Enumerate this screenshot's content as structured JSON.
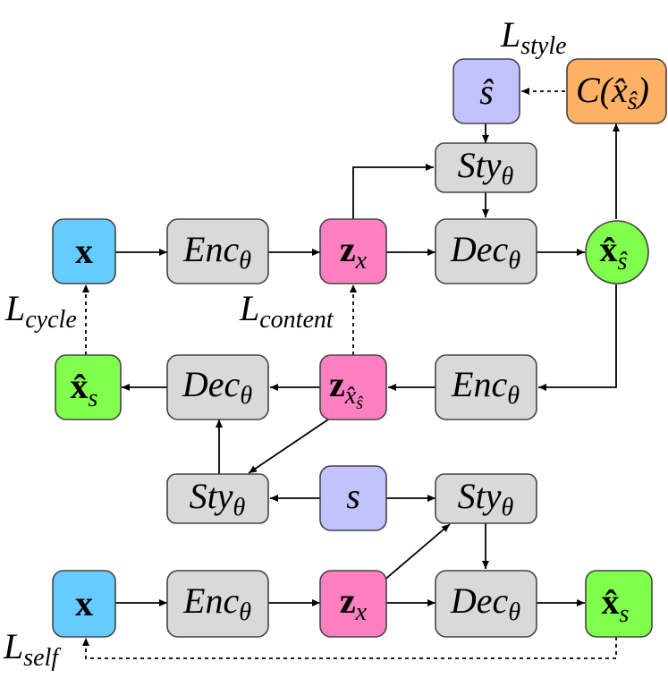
{
  "colors": {
    "blue": "#66ccff",
    "gray": "#d9d9d9",
    "pink": "#ff80c0",
    "lavender": "#c2c2ff",
    "orange": "#ffb266",
    "green": "#80ff4d"
  },
  "nodes": {
    "x": "x",
    "s": "s",
    "z": "z",
    "z_sub": "x",
    "enc": "Enc",
    "dec": "Dec",
    "sty": "Sty",
    "theta": "θ",
    "s_hat": "ŝ",
    "c_main": "C(",
    "c_x": "x̂",
    "c_sub": "ŝ",
    "c_close": ")",
    "x_hat": "x̂",
    "x_hat_sub_s": "s",
    "x_hat_sub_shat": "ŝ",
    "z_hat_x": "x̂",
    "z_hat_sub": "ŝ"
  },
  "losses": {
    "L": "L",
    "style": "style",
    "cycle": "cycle",
    "content": "content",
    "self": "self"
  }
}
